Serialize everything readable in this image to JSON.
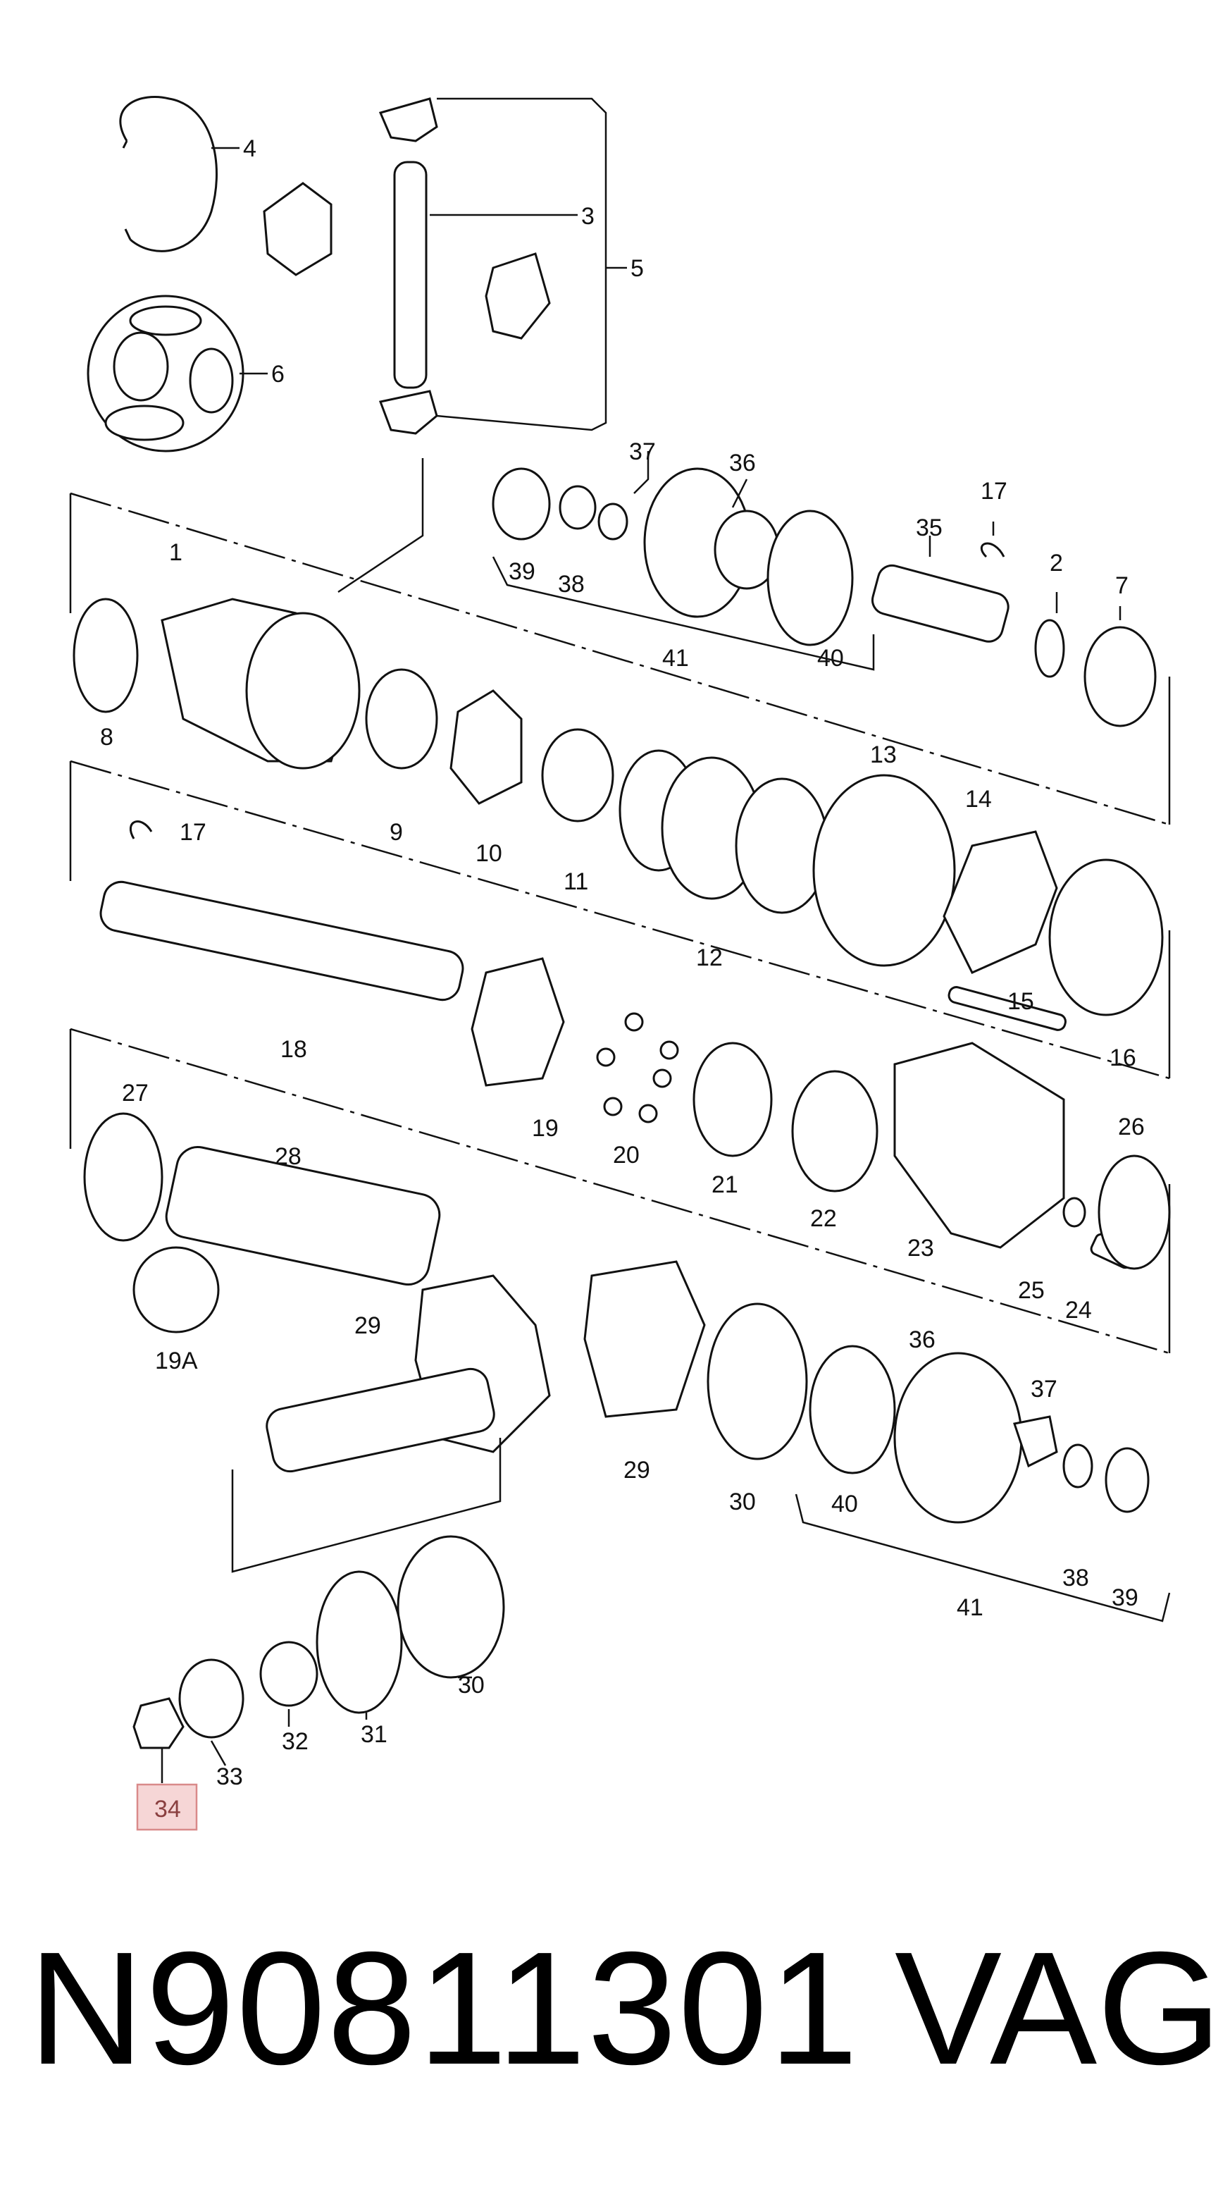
{
  "diagram": {
    "callouts": [
      {
        "id": "c4",
        "text": "4"
      },
      {
        "id": "c3",
        "text": "3"
      },
      {
        "id": "c5",
        "text": "5"
      },
      {
        "id": "c6",
        "text": "6"
      },
      {
        "id": "c37a",
        "text": "37"
      },
      {
        "id": "c36a",
        "text": "36"
      },
      {
        "id": "c35",
        "text": "35"
      },
      {
        "id": "c17a",
        "text": "17"
      },
      {
        "id": "c2",
        "text": "2"
      },
      {
        "id": "c7",
        "text": "7"
      },
      {
        "id": "c39a",
        "text": "39"
      },
      {
        "id": "c38a",
        "text": "38"
      },
      {
        "id": "c41a",
        "text": "41"
      },
      {
        "id": "c40a",
        "text": "40"
      },
      {
        "id": "c1",
        "text": "1"
      },
      {
        "id": "c8",
        "text": "8"
      },
      {
        "id": "c9",
        "text": "9"
      },
      {
        "id": "c10",
        "text": "10"
      },
      {
        "id": "c11",
        "text": "11"
      },
      {
        "id": "c12",
        "text": "12"
      },
      {
        "id": "c13",
        "text": "13"
      },
      {
        "id": "c14",
        "text": "14"
      },
      {
        "id": "c15",
        "text": "15"
      },
      {
        "id": "c16",
        "text": "16"
      },
      {
        "id": "c17b",
        "text": "17"
      },
      {
        "id": "c18",
        "text": "18"
      },
      {
        "id": "c19",
        "text": "19"
      },
      {
        "id": "c20",
        "text": "20"
      },
      {
        "id": "c21",
        "text": "21"
      },
      {
        "id": "c22",
        "text": "22"
      },
      {
        "id": "c23",
        "text": "23"
      },
      {
        "id": "c25",
        "text": "25"
      },
      {
        "id": "c24",
        "text": "24"
      },
      {
        "id": "c26",
        "text": "26"
      },
      {
        "id": "c27",
        "text": "27"
      },
      {
        "id": "c28",
        "text": "28"
      },
      {
        "id": "c19A",
        "text": "19A"
      },
      {
        "id": "c29a",
        "text": "29"
      },
      {
        "id": "c29b",
        "text": "29"
      },
      {
        "id": "c30a",
        "text": "30"
      },
      {
        "id": "c36b",
        "text": "36"
      },
      {
        "id": "c37b",
        "text": "37"
      },
      {
        "id": "c40b",
        "text": "40"
      },
      {
        "id": "c38b",
        "text": "38"
      },
      {
        "id": "c39b",
        "text": "39"
      },
      {
        "id": "c41b",
        "text": "41"
      },
      {
        "id": "c30b",
        "text": "30"
      },
      {
        "id": "c31",
        "text": "31"
      },
      {
        "id": "c32",
        "text": "32"
      },
      {
        "id": "c33",
        "text": "33"
      },
      {
        "id": "c34",
        "text": "34",
        "highlighted": true
      }
    ],
    "highlight_color": "#f6d6d6"
  },
  "footer": {
    "part_number": "N90811301",
    "brand": "VAG"
  }
}
